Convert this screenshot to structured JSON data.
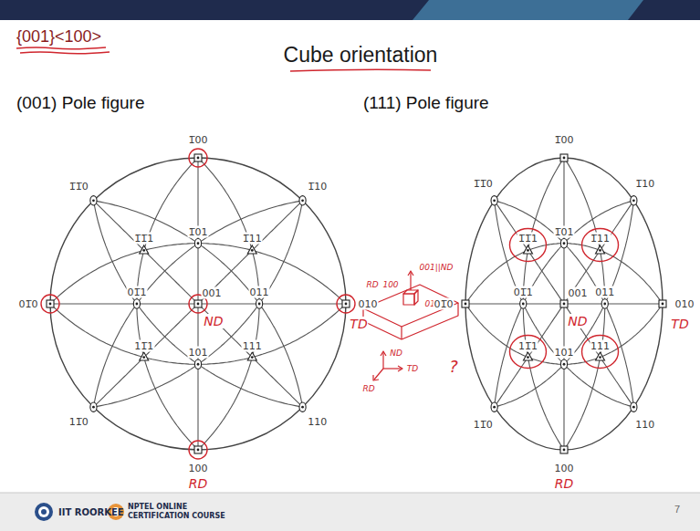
{
  "diagram": {
    "title": "Cube orientation",
    "labels": [
      "{001}<100>",
      "(001) Pole figure",
      "(111) Pole figure",
      "1̅00",
      "1̅10",
      "010",
      "110",
      "100",
      "11̅0",
      "01̅0",
      "1̅1̅0",
      "1̅01",
      "011",
      "101",
      "01̅1",
      "1̅11",
      "111",
      "11̅1",
      "1̅1̅1",
      "001",
      "ND",
      "TD",
      "RD",
      "001||ND",
      "RD",
      "100",
      "010",
      "ND",
      "RD",
      "TD",
      "?",
      "1̅00",
      "1̅10",
      "010",
      "110",
      "100",
      "11̅0",
      "01̅0",
      "1̅1̅0",
      "1̅01",
      "011",
      "101",
      "01̅1",
      "1̅11",
      "111",
      "11̅1",
      "1̅1̅1",
      "001",
      "ND",
      "TD",
      "RD",
      "IIT ROORKEE",
      "NPTEL ONLINE CERTIFICATION COURSE",
      "7"
    ]
  }
}
